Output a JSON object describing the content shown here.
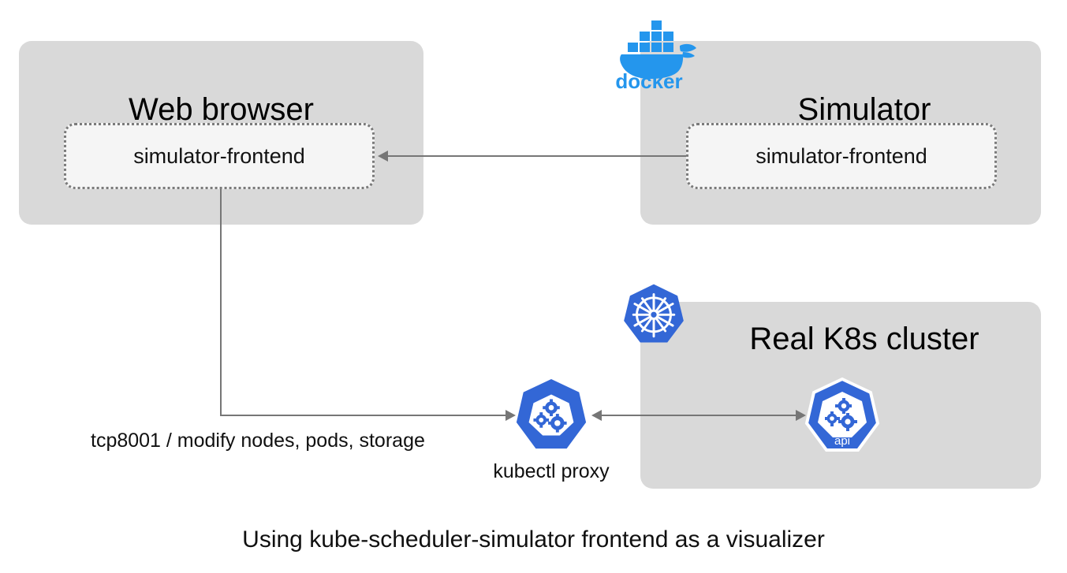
{
  "diagram": {
    "caption": "Using kube-scheduler-simulator frontend as a visualizer",
    "groups": [
      {
        "id": "web-browser",
        "title": "Web browser"
      },
      {
        "id": "simulator",
        "title": "Simulator"
      },
      {
        "id": "real-k8s-cluster",
        "title": "Real K8s cluster"
      }
    ],
    "components": [
      {
        "id": "browser-simulator-frontend",
        "label": "simulator-frontend"
      },
      {
        "id": "simulator-simulator-frontend",
        "label": "simulator-frontend"
      }
    ],
    "nodes": [
      {
        "id": "kubectl-proxy",
        "label": "kubectl proxy",
        "icon": "kubernetes-gears-icon"
      },
      {
        "id": "api-server",
        "label": "api",
        "icon": "kubernetes-gears-icon"
      }
    ],
    "edges": [
      {
        "id": "serve-frontend",
        "label": "",
        "from": "simulator-simulator-frontend",
        "to": "browser-simulator-frontend",
        "direction": "single"
      },
      {
        "id": "proxy-call",
        "label": "tcp8001 / modify nodes, pods, storage",
        "from": "browser-simulator-frontend",
        "to": "kubectl-proxy",
        "direction": "single"
      },
      {
        "id": "proxy-apiserver",
        "label": "",
        "from": "kubectl-proxy",
        "to": "api-server",
        "direction": "double"
      }
    ],
    "logos": [
      {
        "id": "docker-logo",
        "name": "docker-logo",
        "wordmark": "docker"
      },
      {
        "id": "kubernetes-logo",
        "name": "kubernetes-logo",
        "wordmark": ""
      }
    ],
    "colors": {
      "group_fill": "#d9d9d9",
      "component_fill": "#f5f5f5",
      "component_border": "#7a7a7a",
      "connector": "#767676",
      "docker_blue": "#2496ed",
      "kubernetes_blue": "#3367d6",
      "text": "#101010"
    }
  }
}
